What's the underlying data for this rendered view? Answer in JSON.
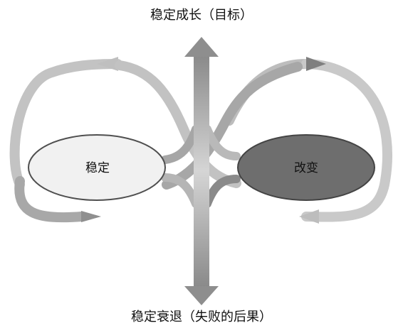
{
  "diagram": {
    "top_label": "稳定成长（目标）",
    "bottom_label": "稳定衰退（失败的后果）",
    "nodes": {
      "stable": {
        "label": "稳定",
        "fill": "#f1f1f1"
      },
      "change": {
        "label": "改变",
        "fill": "#6e6e6e"
      }
    },
    "colors": {
      "arrow_light": "#c9c9c9",
      "arrow_mid": "#a9a9a9",
      "arrow_dark": "#8c8c8c",
      "outline": "#4f4f4f"
    }
  }
}
